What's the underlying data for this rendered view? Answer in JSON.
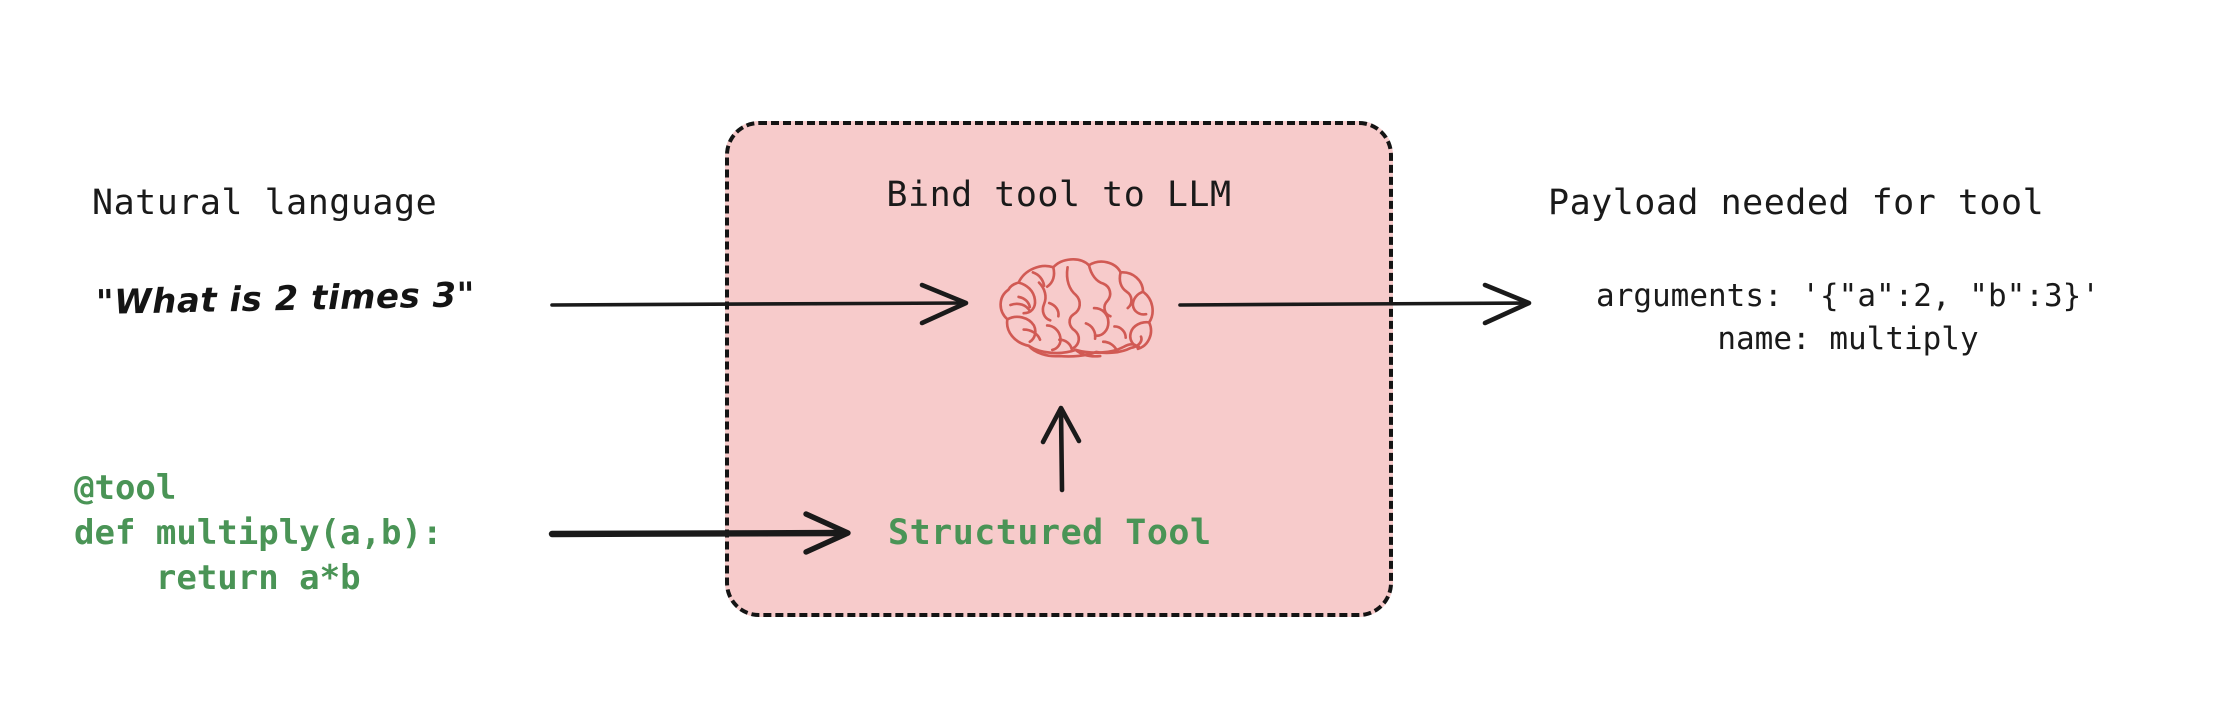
{
  "left_column": {
    "heading": "Natural language",
    "query": "\"What is 2 times 3\"",
    "code_lines": [
      "@tool",
      "def multiply(a,b):",
      "    return a*b"
    ],
    "code_color": "#4a9456"
  },
  "center_box": {
    "title": "Bind tool to LLM",
    "structured_tool_label": "Structured Tool",
    "background_color": "#f7cbcb",
    "border_style": "dashed",
    "border_color": "#141414",
    "brain_icon_color": "#d15a54",
    "brain_icon_name": "brain-icon"
  },
  "right_column": {
    "heading": "Payload needed for tool",
    "payload_lines": [
      "arguments: '{\"a\":2, \"b\":3}'",
      "name: multiply"
    ]
  },
  "arrows": {
    "nl_to_llm": "arrow-right",
    "tool_to_structured": "arrow-right",
    "structured_to_brain": "arrow-up",
    "llm_to_payload": "arrow-right"
  }
}
